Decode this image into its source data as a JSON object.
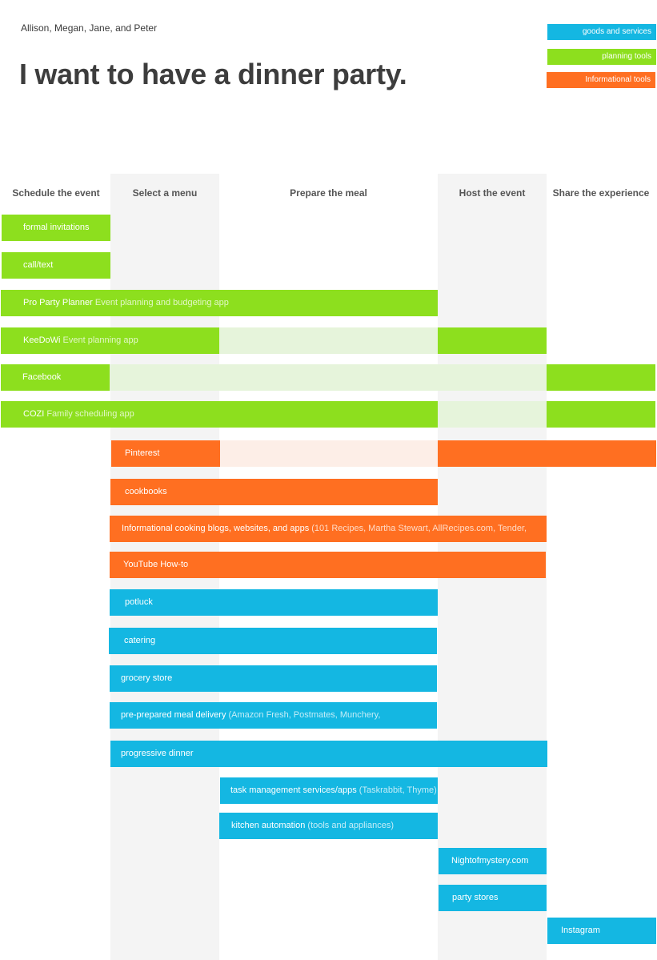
{
  "authors": "Allison, Megan, Jane, and Peter",
  "title": "I want to have a dinner party.",
  "legend": [
    {
      "label": "goods and services",
      "color": "#14b7e2"
    },
    {
      "label": "planning tools",
      "color": "#8ddf1e"
    },
    {
      "label": "Informational tools",
      "color": "#ff6f21"
    }
  ],
  "columns": [
    "Schedule the event",
    "Select a menu",
    "Prepare the meal",
    "Host the event",
    "Share the experience"
  ],
  "rows": [
    {
      "label": "formal invitations",
      "sub": ""
    },
    {
      "label": "call/text",
      "sub": ""
    },
    {
      "label": "Pro Party Planner",
      "sub": " Event planning and budgeting app"
    },
    {
      "label": "KeeDoWi",
      "sub": " Event planning app"
    },
    {
      "label": "Facebook",
      "sub": ""
    },
    {
      "label": "COZI",
      "sub": " Family scheduling app"
    },
    {
      "label": "Pinterest",
      "sub": ""
    },
    {
      "label": "cookbooks",
      "sub": ""
    },
    {
      "label": "Informational cooking blogs, websites, and apps",
      "sub": " (101 Recipes, Martha Stewart, AllRecipes.com, Tender,"
    },
    {
      "label": "YouTube How-to",
      "sub": ""
    },
    {
      "label": "potluck",
      "sub": ""
    },
    {
      "label": "catering",
      "sub": ""
    },
    {
      "label": "grocery store",
      "sub": ""
    },
    {
      "label": "pre-prepared meal delivery",
      "sub": " (Amazon Fresh, Postmates, Munchery,"
    },
    {
      "label": "progressive dinner",
      "sub": ""
    },
    {
      "label": "task management services/apps",
      "sub": " (Taskrabbit, Thyme)"
    },
    {
      "label": "kitchen automation",
      "sub": " (tools and appliances)"
    },
    {
      "label": "Nightofmystery.com",
      "sub": ""
    },
    {
      "label": "party stores",
      "sub": ""
    },
    {
      "label": "Instagram",
      "sub": ""
    }
  ]
}
